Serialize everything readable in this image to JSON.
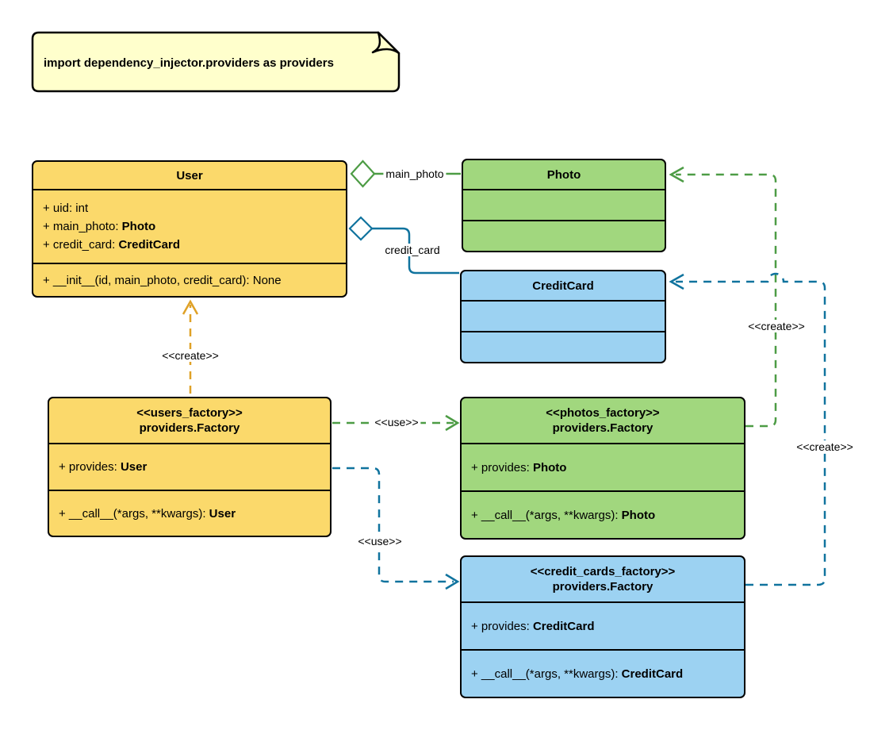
{
  "note": {
    "text": "import dependency_injector.providers as providers"
  },
  "colors": {
    "yellow_fill": "#FBD96B",
    "green_fill": "#A1D77E",
    "blue_fill": "#9CD2F2",
    "note_fill": "#FFFFCC",
    "green_stroke": "#4D9C45",
    "blue_stroke": "#10739E",
    "gold_stroke": "#DFA126"
  },
  "classes": {
    "user": {
      "title": "User",
      "attributes": [
        {
          "pre": "+ uid: int",
          "bold": ""
        },
        {
          "pre": "+ main_photo: ",
          "bold": "Photo"
        },
        {
          "pre": "+ credit_card: ",
          "bold": "CreditCard"
        }
      ],
      "methods": [
        {
          "pre": "+ __init__(id, main_photo, credit_card): None",
          "bold": ""
        }
      ]
    },
    "photo": {
      "title": "Photo"
    },
    "credit_card": {
      "title": "CreditCard"
    },
    "users_factory": {
      "stereotype": "<<users_factory>>",
      "title": "providers.Factory",
      "attributes": [
        {
          "pre": "+ provides: ",
          "bold": "User"
        }
      ],
      "methods": [
        {
          "pre": "+ __call__(*args, **kwargs): ",
          "bold": "User"
        }
      ]
    },
    "photos_factory": {
      "stereotype": "<<photos_factory>>",
      "title": "providers.Factory",
      "attributes": [
        {
          "pre": "+ provides: ",
          "bold": "Photo"
        }
      ],
      "methods": [
        {
          "pre": "+ __call__(*args, **kwargs): ",
          "bold": "Photo"
        }
      ]
    },
    "credit_cards_factory": {
      "stereotype": "<<credit_cards_factory>>",
      "title": "providers.Factory",
      "attributes": [
        {
          "pre": "+ provides: ",
          "bold": "CreditCard"
        }
      ],
      "methods": [
        {
          "pre": "+ __call__(*args, **kwargs): ",
          "bold": "CreditCard"
        }
      ]
    }
  },
  "labels": {
    "main_photo": "main_photo",
    "credit_card": "credit_card",
    "create_user": "<<create>>",
    "use_photos": "<<use>>",
    "use_credit_cards": "<<use>>",
    "create_photo": "<<create>>",
    "create_credit_card": "<<create>>"
  }
}
